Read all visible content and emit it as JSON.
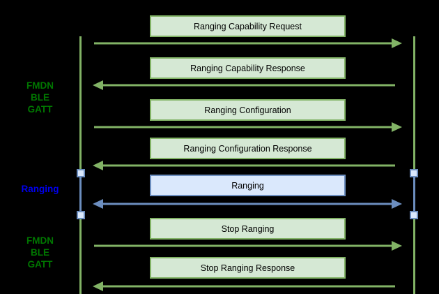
{
  "diagram": {
    "type": "sequence-diagram",
    "background_color": "#000000",
    "colors": {
      "green_stroke": "#82b366",
      "green_fill": "#d5e8d4",
      "blue_stroke": "#6c8ebf",
      "blue_fill": "#dae8fc",
      "phase_green_text": "#007700",
      "phase_blue_text": "#0000ee",
      "message_text": "#000000"
    },
    "phases": [
      {
        "label": "FMDN\nBLE\nGATT",
        "color": "#007700"
      },
      {
        "label": "Ranging",
        "color": "#0000ee"
      },
      {
        "label": "FMDN\nBLE\nGATT",
        "color": "#007700"
      }
    ],
    "messages": [
      {
        "label": "Ranging Capability Request",
        "direction": "right",
        "style": "green"
      },
      {
        "label": "Ranging Capability Response",
        "direction": "left",
        "style": "green"
      },
      {
        "label": "Ranging Configuration",
        "direction": "right",
        "style": "green"
      },
      {
        "label": "Ranging Configuration Response",
        "direction": "left",
        "style": "green"
      },
      {
        "label": "Ranging",
        "direction": "both",
        "style": "blue"
      },
      {
        "label": "Stop Ranging",
        "direction": "right",
        "style": "green"
      },
      {
        "label": "Stop Ranging Response",
        "direction": "left",
        "style": "green"
      }
    ],
    "lifelines": {
      "count": 2,
      "activation_markers_per_lifeline": 2
    }
  }
}
